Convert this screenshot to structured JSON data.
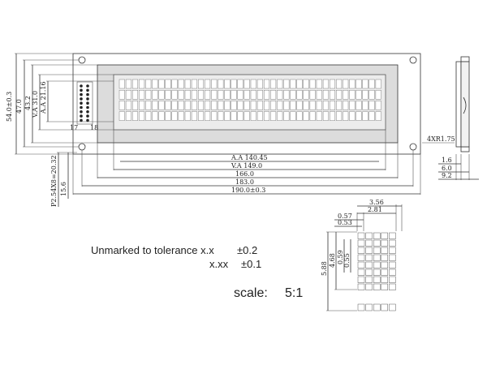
{
  "dims": {
    "outer_width": "190.0±0.3",
    "width_183": "183.0",
    "width_166": "166.0",
    "va_width": "V.A 149.0",
    "aa_width": "A.A 140.45",
    "outer_height": "54.0±0.3",
    "height_47": "47.0",
    "height_43_2": "43.2",
    "va_height": "V.A 31.0",
    "aa_height": "A.A 21.16",
    "holes": "4XR1.75",
    "right_1_6": "1.6",
    "right_6_0": "6.0",
    "right_9_2": "9.2",
    "pin_pitch": "P2.54X8=20.32",
    "pin_15_6": "15.6",
    "pin_17": "17",
    "pin_18": "18"
  },
  "char_dims": {
    "d_3_56": "3.56",
    "d_2_81": "2.81",
    "d_0_57": "0.57",
    "d_0_53": "0.53",
    "d_5_88": "5.88",
    "d_4_68": "4.68",
    "d_0_59": "0.59",
    "d_0_55": "0.55"
  },
  "notes": {
    "tolerance_1": "Unmarked to tolerance x.x",
    "tolerance_1_val": "±0.2",
    "tolerance_2": "x.xx",
    "tolerance_2_val": "±0.1",
    "scale_label": "scale:",
    "scale_value": "5:1"
  }
}
